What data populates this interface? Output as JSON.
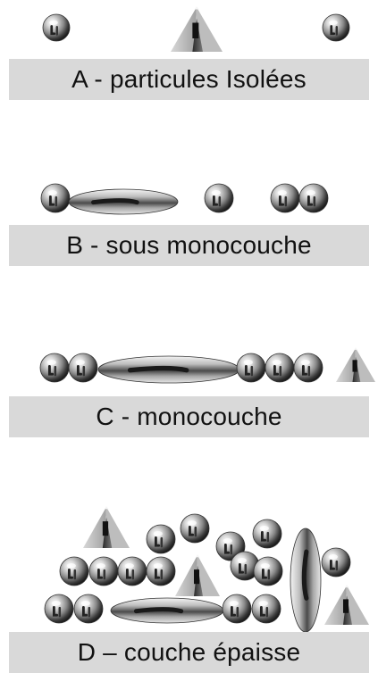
{
  "panels": [
    {
      "id": "A",
      "label": "A - particules Isolées"
    },
    {
      "id": "B",
      "label": "B - sous monocouche"
    },
    {
      "id": "C",
      "label": "C - monocouche"
    },
    {
      "id": "D",
      "label": "D – couche épaisse"
    }
  ],
  "particle_types": [
    "sphere",
    "ellipsoid",
    "pyramid"
  ],
  "colors": {
    "label_band": "#d9d9d9",
    "background": "#ffffff"
  }
}
